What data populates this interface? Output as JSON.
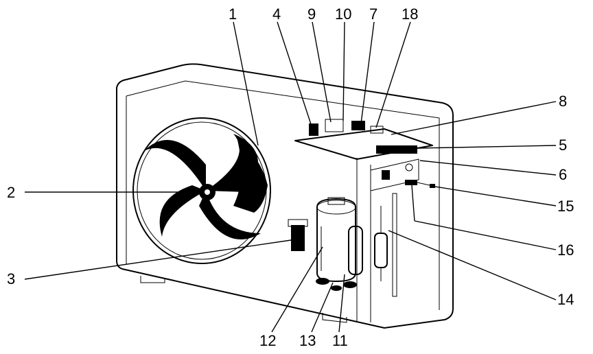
{
  "labels": {
    "l1": "1",
    "l2": "2",
    "l3": "3",
    "l4": "4",
    "l5": "5",
    "l6": "6",
    "l7": "7",
    "l8": "8",
    "l9": "9",
    "l10": "10",
    "l11": "11",
    "l12": "12",
    "l13": "13",
    "l14": "14",
    "l15": "15",
    "l16": "16",
    "l18": "18"
  }
}
